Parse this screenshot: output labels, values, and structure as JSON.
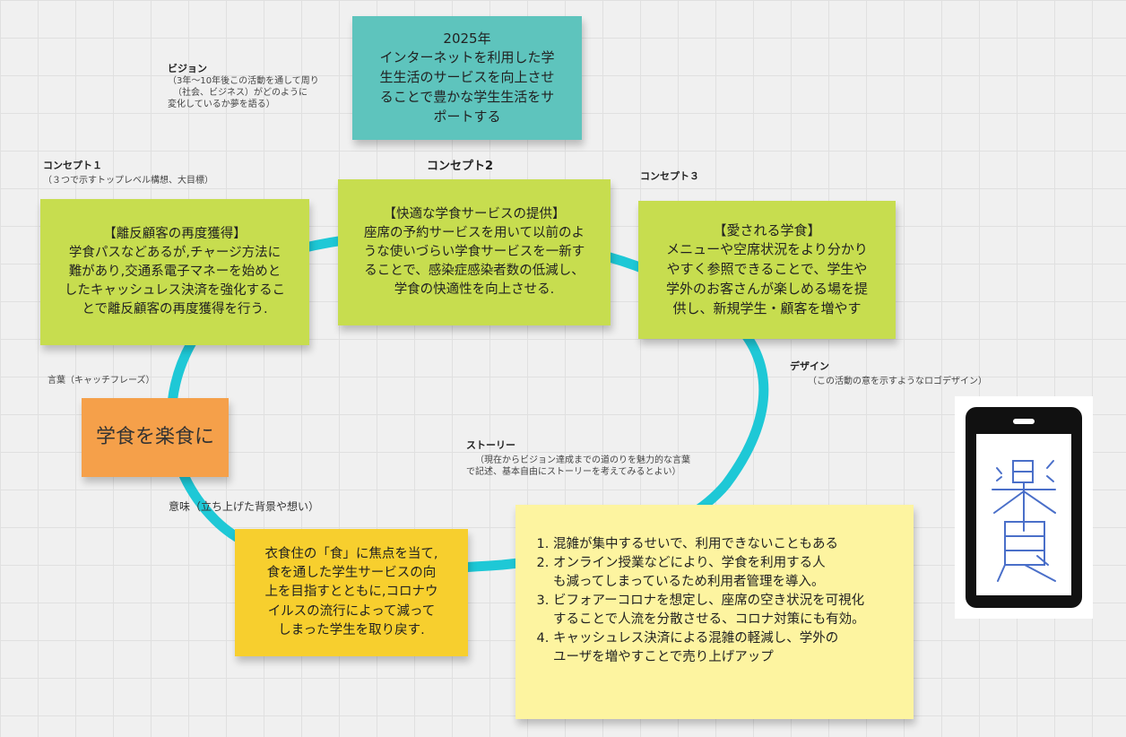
{
  "labels": {
    "vision": {
      "title": "ビジョン",
      "desc": [
        "（3年～10年後この活動を通して周り",
        "（社会、ビジネス）がどのように",
        "変化しているか夢を語る）"
      ]
    },
    "concept1": {
      "title": "コンセプト１",
      "desc": "（３つで示すトップレベル構想、大目標）"
    },
    "concept2": {
      "title": "コンセプト2"
    },
    "concept3": {
      "title": "コンセプト３"
    },
    "catchphrase": {
      "title": "言葉（キャッチフレーズ）"
    },
    "design": {
      "title": "デザイン",
      "desc": "（この活動の意を示すようなロゴデザイン）"
    },
    "story": {
      "title": "ストーリー",
      "desc": [
        "（現在からビジョン達成までの道のりを魅力的な言葉",
        "で記述、基本自由にストーリーを考えてみるとよい）"
      ]
    },
    "meaning": {
      "title": "意味（立ち上げた背景や想い）"
    }
  },
  "notes": {
    "vision": [
      "2025年",
      "インターネットを利用した学",
      "生生活のサービスを向上させ",
      "ることで豊かな学生生活をサ",
      "ポートする"
    ],
    "concept1": [
      "【離反顧客の再度獲得】",
      "学食パスなどあるが,チャージ方法に",
      "難があり,交通系電子マネーを始めと",
      "したキャッシュレス決済を強化するこ",
      "とで離反顧客の再度獲得を行う."
    ],
    "concept2": [
      "【快適な学食サービスの提供】",
      "座席の予約サービスを用いて以前のよ",
      "うな使いづらい学食サービスを一新す",
      "ることで、感染症感染者数の低減し、",
      "学食の快適性を向上させる."
    ],
    "concept3": [
      "【愛される学食】",
      "メニューや空席状況をより分かり",
      "やすく参照できることで、学生や",
      "学外のお客さんが楽しめる場を提",
      "供し、新規学生・顧客を増やす"
    ],
    "catchphrase": "学食を楽食に",
    "meaning": [
      "衣食住の「食」に焦点を当て,",
      "食を通した学生サービスの向",
      "上を目指すとともに,コロナウ",
      "イルスの流行によって減って",
      "しまった学生を取り戻す."
    ],
    "story": [
      [
        "混雑が集中するせいで、利用できないこともある"
      ],
      [
        "オンライン授業などにより、学食を利用する人",
        "も減ってしまっているため利用者管理を導入。"
      ],
      [
        "ビフォアーコロナを想定し、座席の空き状況を可視化",
        "することで人流を分散させる、コロナ対策にも有効。"
      ],
      [
        "キャッシュレス決済による混雑の軽減し、学外の",
        "ユーザを増やすことで売り上げアップ"
      ]
    ]
  },
  "logo": {
    "glyph": "楽食",
    "phone_color": "#111111",
    "glyph_color": "#4a6fc9"
  },
  "colors": {
    "ring": "#1ec8d6",
    "green": "#c7dd4f",
    "teal": "#5ec4bd",
    "orange": "#f5a04a",
    "yellow": "#f7cf2e",
    "cream": "#fdf4a0"
  }
}
